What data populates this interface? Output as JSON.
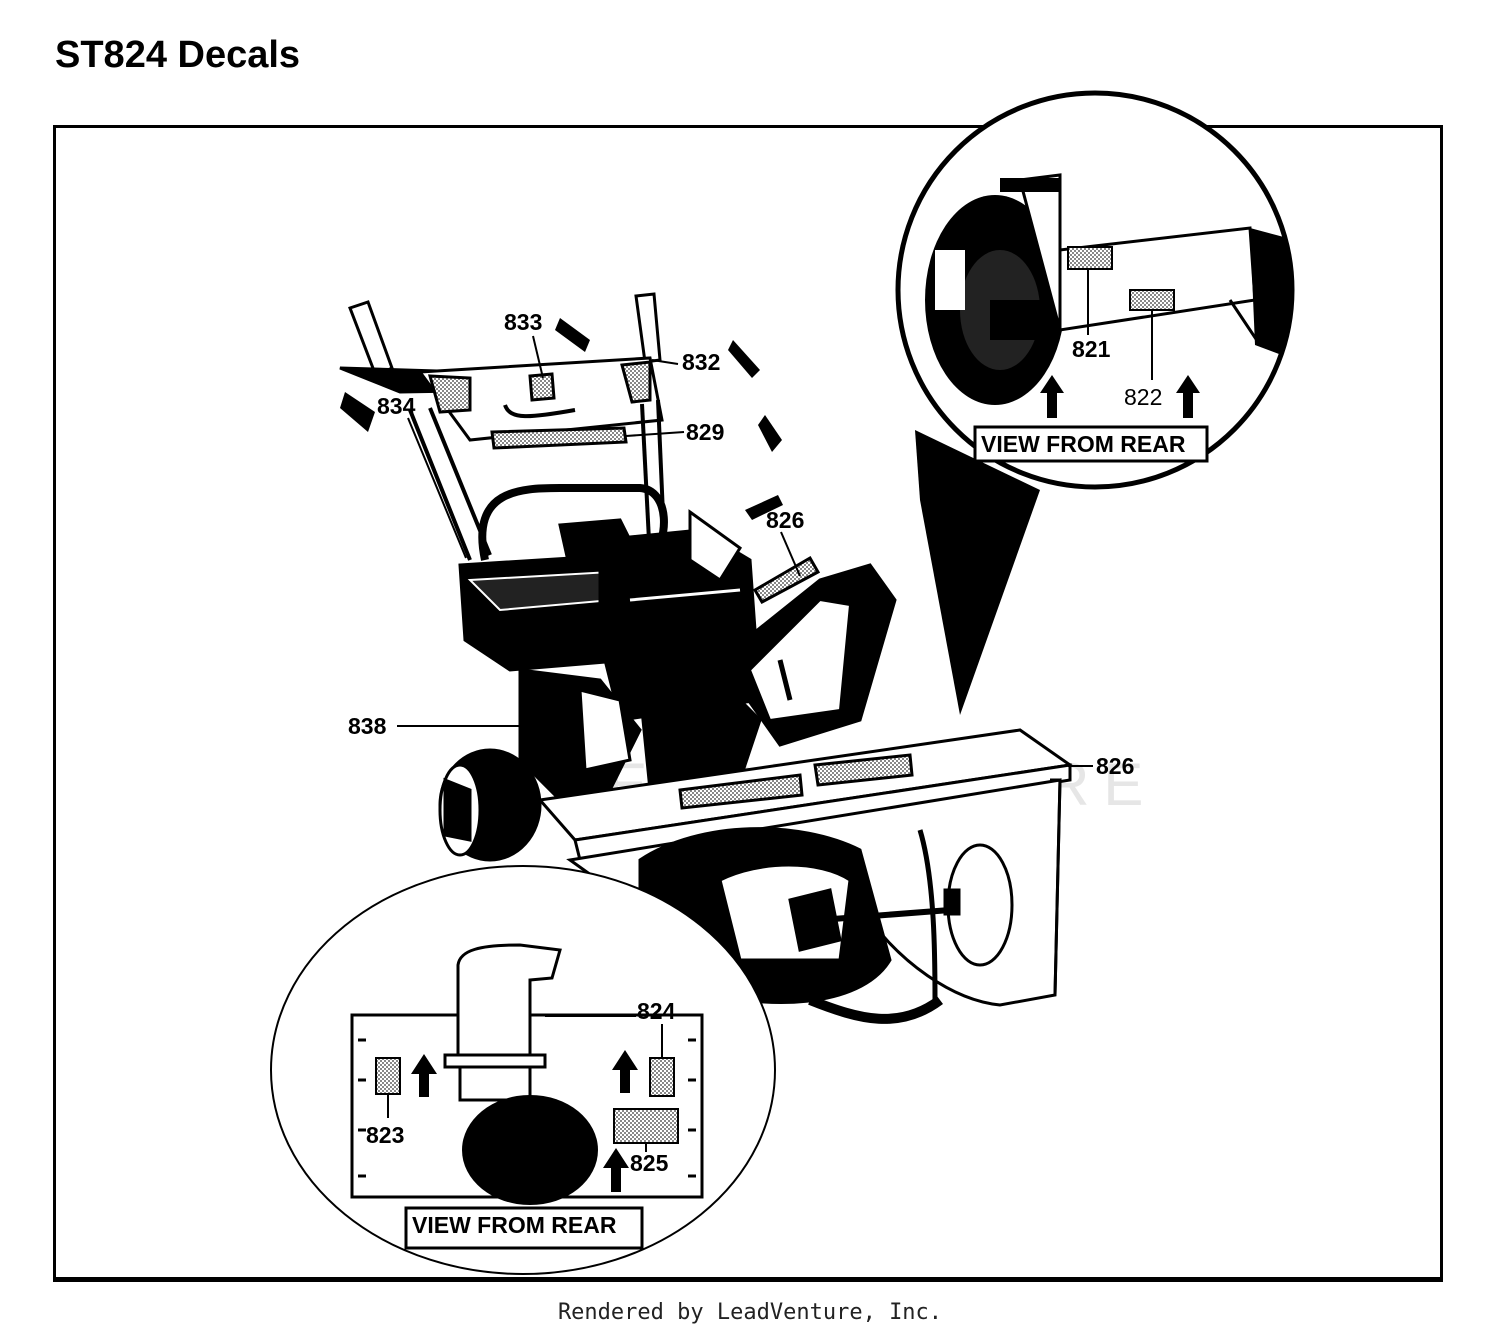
{
  "title": "ST824 Decals",
  "footer": "Rendered by LeadVenture, Inc.",
  "watermark": "LEADVENTURE",
  "callouts": {
    "c833": "833",
    "c832": "832",
    "c834": "834",
    "c829": "829",
    "c826_top": "826",
    "c838": "838",
    "c826_right": "826",
    "c821": "821",
    "c822": "822",
    "c824": "824",
    "c823": "823",
    "c825": "825"
  },
  "insets": {
    "rear_top_label": "VIEW FROM REAR",
    "rear_bottom_label": "VIEW FROM REAR"
  }
}
